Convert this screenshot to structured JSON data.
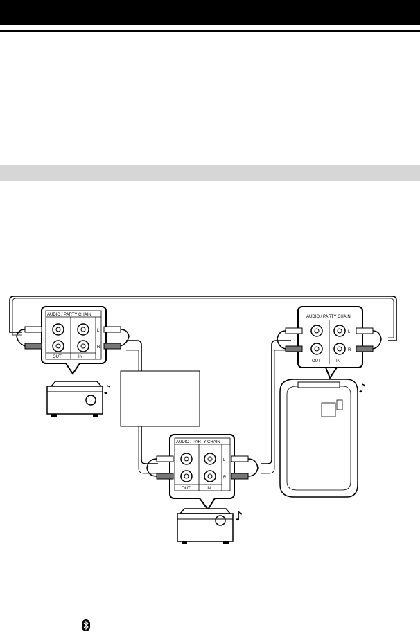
{
  "panels": {
    "left": {
      "title": "AUDIO / PARTY CHAIN",
      "l": "L",
      "r": "R",
      "out": "OUT",
      "in": "IN"
    },
    "middle": {
      "title": "AUDIO / PARTY CHAIN",
      "l": "L",
      "r": "R",
      "out": "OUT",
      "in": "IN"
    },
    "right": {
      "title": "AUDIO / PARTY CHAIN",
      "l": "L",
      "r": "R",
      "out": "OUT",
      "in": "IN"
    }
  },
  "icons": {
    "music_note": "music-note-icon",
    "bluetooth": "bluetooth-icon"
  }
}
